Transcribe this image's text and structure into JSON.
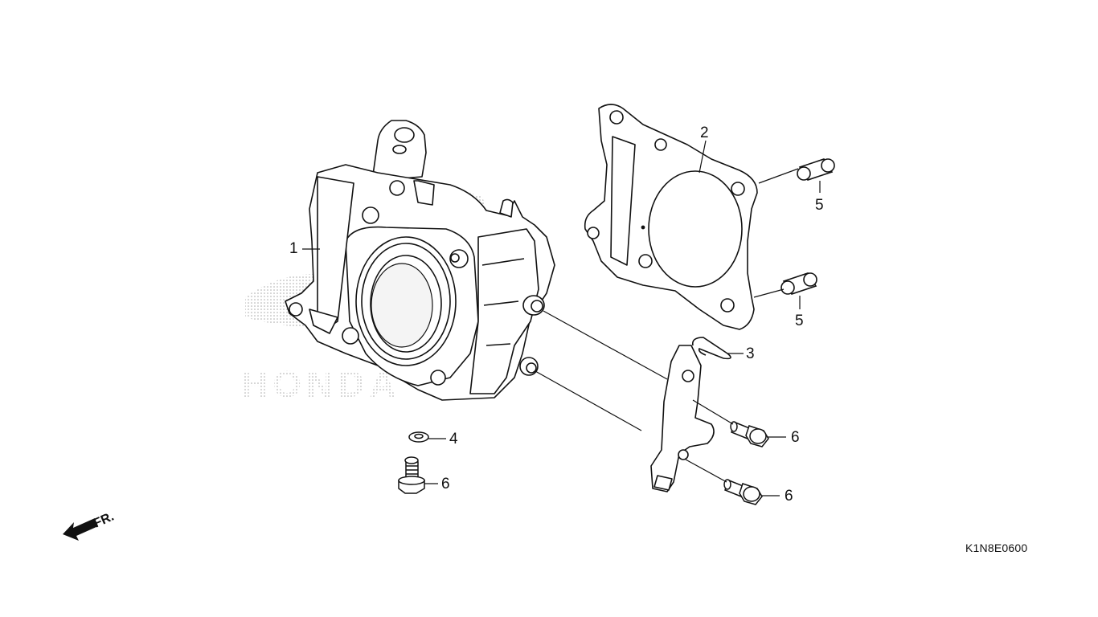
{
  "diagram": {
    "code": "K1N8E0600",
    "direction": {
      "label": "FR."
    },
    "watermark": {
      "text": "HONDA"
    },
    "callouts": [
      {
        "id": "c1",
        "label": "1",
        "part": "cylinder"
      },
      {
        "id": "c2",
        "label": "2",
        "part": "cylinder-gasket"
      },
      {
        "id": "c3",
        "label": "3",
        "part": "hose-clip"
      },
      {
        "id": "c4",
        "label": "4",
        "part": "washer"
      },
      {
        "id": "c5a",
        "label": "5",
        "part": "dowel-pin"
      },
      {
        "id": "c5b",
        "label": "5",
        "part": "dowel-pin"
      },
      {
        "id": "c6a",
        "label": "6",
        "part": "flange-bolt"
      },
      {
        "id": "c6b",
        "label": "6",
        "part": "flange-bolt"
      },
      {
        "id": "c6c",
        "label": "6",
        "part": "flange-bolt"
      }
    ]
  }
}
